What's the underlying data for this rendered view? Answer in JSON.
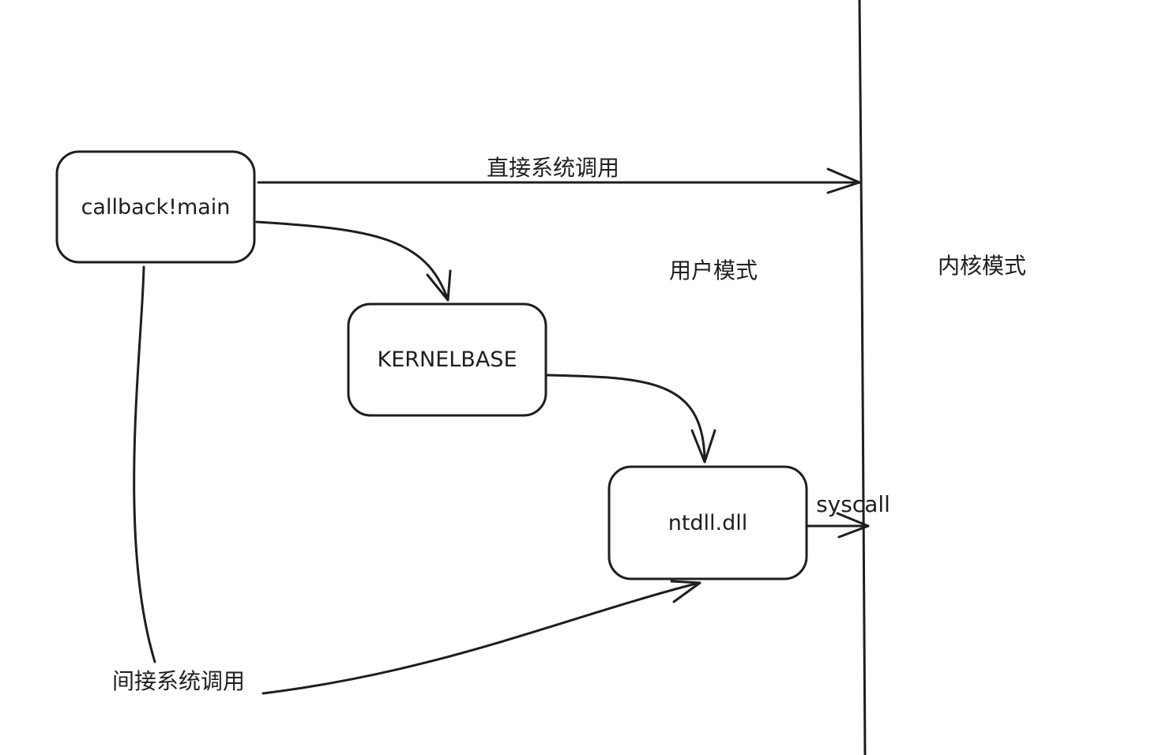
{
  "nodes": {
    "callback_main": "callback!main",
    "kernelbase": "KERNELBASE",
    "ntdll": "ntdll.dll"
  },
  "edges": {
    "direct_syscall": "直接系统调用",
    "indirect_syscall": "间接系统调用",
    "syscall": "syscall"
  },
  "regions": {
    "user_mode": "用户模式",
    "kernel_mode": "内核模式"
  }
}
